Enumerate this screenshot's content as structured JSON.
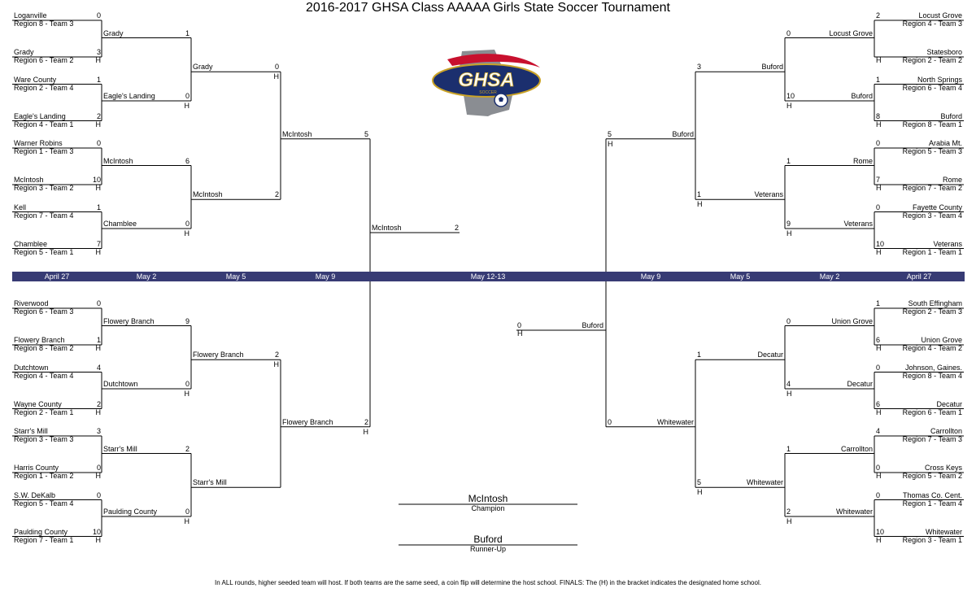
{
  "title": "2016-2017 GHSA Class AAAAA Girls State Soccer Tournament",
  "logo": {
    "text": "GHSA",
    "subtext": "SOCCER",
    "colors": {
      "navy": "#1b2f6e",
      "red": "#c8102e",
      "gold": "#c9a227",
      "gray": "#8a8d92"
    }
  },
  "accent_band": "#373b74",
  "dates": [
    "April 27",
    "May 2",
    "May 5",
    "May 9",
    "May 12-13",
    "May 9",
    "May 5",
    "May 2",
    "April 27"
  ],
  "home_marker": "H",
  "left_top": {
    "r1": [
      {
        "name": "Loganville",
        "region": "Region 8 - Team 3",
        "score": "0"
      },
      {
        "name": "Grady",
        "region": "Region 6 - Team 2",
        "score": "3"
      },
      {
        "name": "Ware County",
        "region": "Region 2 - Team 4",
        "score": "1"
      },
      {
        "name": "Eagle's Landing",
        "region": "Region 4 - Team 1",
        "score": "2"
      },
      {
        "name": "Warner Robins",
        "region": "Region 1 - Team 3",
        "score": "0"
      },
      {
        "name": "McIntosh",
        "region": "Region 3 - Team 2",
        "score": "10"
      },
      {
        "name": "Kell",
        "region": "Region 7 - Team 4",
        "score": "1"
      },
      {
        "name": "Chamblee",
        "region": "Region 5 - Team 1",
        "score": "7"
      }
    ],
    "r2": [
      {
        "name": "Grady",
        "score": "1"
      },
      {
        "name": "Eagle's Landing",
        "score": "0"
      },
      {
        "name": "McIntosh",
        "score": "6"
      },
      {
        "name": "Chamblee",
        "score": "0"
      }
    ],
    "qf": [
      {
        "name": "Grady",
        "score": "0"
      },
      {
        "name": "McIntosh",
        "score": "2"
      }
    ],
    "sf": {
      "name": "McIntosh",
      "score": "5"
    }
  },
  "left_bottom": {
    "r1": [
      {
        "name": "Riverwood",
        "region": "Region 6 - Team 3",
        "score": "0"
      },
      {
        "name": "Flowery Branch",
        "region": "Region 8 - Team 2",
        "score": "1"
      },
      {
        "name": "Dutchtown",
        "region": "Region 4 - Team 4",
        "score": "4"
      },
      {
        "name": "Wayne County",
        "region": "Region 2 - Team 1",
        "score": "2"
      },
      {
        "name": "Starr's Mill",
        "region": "Region 3 - Team 3",
        "score": "3"
      },
      {
        "name": "Harris County",
        "region": "Region 1 - Team 2",
        "score": "0"
      },
      {
        "name": "S.W. DeKalb",
        "region": "Region 5 - Team 4",
        "score": "0"
      },
      {
        "name": "Paulding County",
        "region": "Region 7 - Team 1",
        "score": "10"
      }
    ],
    "r2": [
      {
        "name": "Flowery Branch",
        "score": "9"
      },
      {
        "name": "Dutchtown",
        "score": "0"
      },
      {
        "name": "Starr's Mill",
        "score": "2"
      },
      {
        "name": "Paulding County",
        "score": "0"
      }
    ],
    "qf": [
      {
        "name": "Flowery Branch",
        "score": "2"
      },
      {
        "name": "Starr's Mill",
        "score": ""
      }
    ],
    "sf": {
      "name": "Flowery Branch",
      "score": "2"
    }
  },
  "right_top": {
    "r1": [
      {
        "name": "Locust Grove",
        "region": "Region 4 - Team 3",
        "score": "2"
      },
      {
        "name": "Statesboro",
        "region": "Region 2 - Team 2",
        "score": ""
      },
      {
        "name": "North Springs",
        "region": "Region 6 - Team 4",
        "score": "1"
      },
      {
        "name": "Buford",
        "region": "Region 8 - Team 1",
        "score": "8"
      },
      {
        "name": "Arabia Mt.",
        "region": "Region 5 - Team 3",
        "score": "0"
      },
      {
        "name": "Rome",
        "region": "Region 7 - Team 2",
        "score": "7"
      },
      {
        "name": "Fayette County",
        "region": "Region 3 - Team 4",
        "score": "0"
      },
      {
        "name": "Veterans",
        "region": "Region 1 - Team 1",
        "score": "10"
      }
    ],
    "r2": [
      {
        "name": "Locust Grove",
        "score": "0"
      },
      {
        "name": "Buford",
        "score": "10"
      },
      {
        "name": "Rome",
        "score": "1"
      },
      {
        "name": "Veterans",
        "score": "9"
      }
    ],
    "qf": [
      {
        "name": "Buford",
        "score": "3"
      },
      {
        "name": "Veterans",
        "score": "1"
      }
    ],
    "sf": {
      "name": "Buford",
      "score": "5"
    }
  },
  "right_bottom": {
    "r1": [
      {
        "name": "South Effingham",
        "region": "Region 2 - Team 3",
        "score": "1"
      },
      {
        "name": "Union Grove",
        "region": "Region 4 - Team 2",
        "score": "6"
      },
      {
        "name": "Johnson, Gaines.",
        "region": "Region 8 - Team 4",
        "score": "0"
      },
      {
        "name": "Decatur",
        "region": "Region 6 - Team 1",
        "score": "6"
      },
      {
        "name": "Carrollton",
        "region": "Region 7 - Team 3",
        "score": "4"
      },
      {
        "name": "Cross Keys",
        "region": "Region 5 - Team 2",
        "score": "0"
      },
      {
        "name": "Thomas Co. Cent.",
        "region": "Region 1 - Team 4",
        "score": "0"
      },
      {
        "name": "Whitewater",
        "region": "Region 3 - Team 1",
        "score": "10"
      }
    ],
    "r2": [
      {
        "name": "Union Grove",
        "score": "0"
      },
      {
        "name": "Decatur",
        "score": "4"
      },
      {
        "name": "Carrollton",
        "score": "1"
      },
      {
        "name": "Whitewater",
        "score": "2"
      }
    ],
    "qf": [
      {
        "name": "Decatur",
        "score": "1"
      },
      {
        "name": "Whitewater",
        "score": "5"
      }
    ],
    "sf": {
      "name": "Whitewater",
      "score": "0"
    }
  },
  "finals": {
    "left": {
      "name": "McIntosh",
      "score": "2"
    },
    "right": {
      "name": "Buford",
      "score": "0"
    }
  },
  "champion": {
    "name": "McIntosh",
    "label": "Champion"
  },
  "runner_up": {
    "name": "Buford",
    "label": "Runner-Up"
  },
  "footnote": "In ALL rounds, higher seeded team will host. If both teams are the same seed, a coin flip will determine the host school. FINALS: The (H) in the bracket indicates the designated home school."
}
